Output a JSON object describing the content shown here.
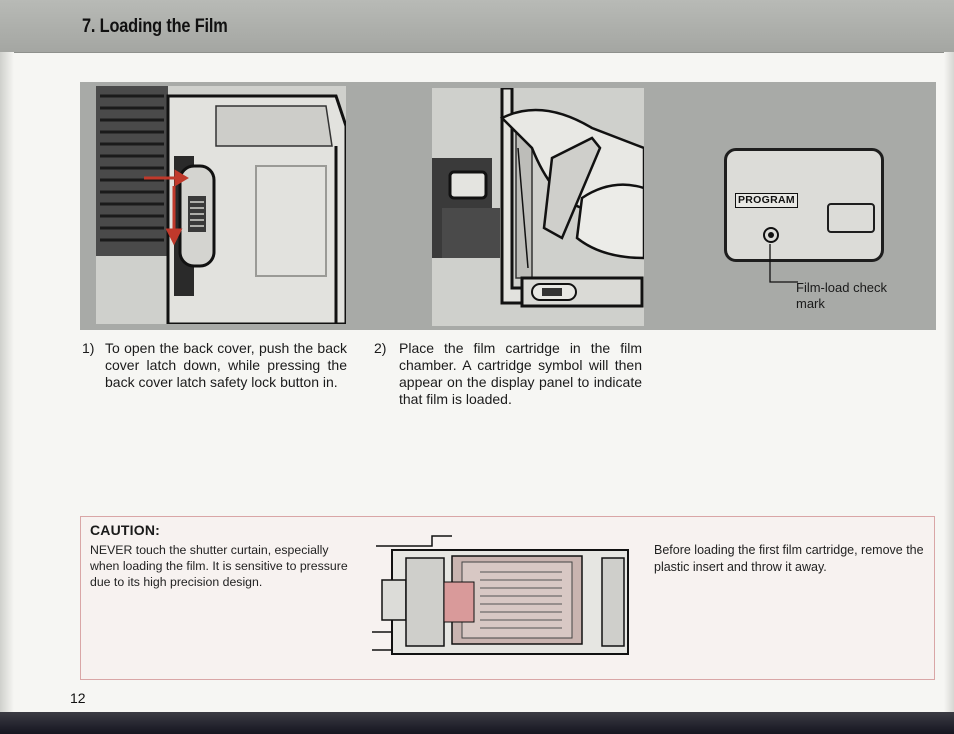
{
  "header": {
    "title": "7. Loading the Film"
  },
  "figures": {
    "display_panel": {
      "mode_label": "PROGRAM",
      "callout_label": "Film-load check mark"
    }
  },
  "steps": [
    {
      "number": "1)",
      "text": "To open the back cover, push the back cover latch down, while pressing the back cover latch safety lock button in."
    },
    {
      "number": "2)",
      "text": "Place the film cartridge in the film chamber. A cartridge symbol will then appear on the display panel to indicate that film is loaded."
    }
  ],
  "caution": {
    "title": "CAUTION:",
    "text": "NEVER touch the shutter curtain, especially when loading the film. It is sensitive to pressure due to its high precision design.",
    "note": "Before loading the first film cartridge, remove the plastic insert and throw it away."
  },
  "footer": {
    "page_number": "12"
  },
  "colors": {
    "header_bar": "#a4a6a2",
    "photo_background": "#a8aaa7",
    "caution_border": "#d9a6a6",
    "latch_arrow": "#c0392b"
  }
}
